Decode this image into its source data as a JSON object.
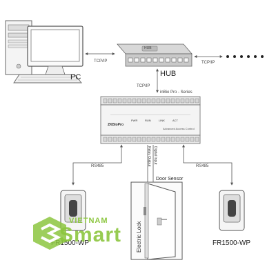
{
  "labels": {
    "pc": "PC",
    "hub": "HUB",
    "tcpip_left": "TCP/IP",
    "tcpip_right": "TCP/IP",
    "tcpip_down": "TCP/IP",
    "controller_series": "inBio Pro - Series",
    "rs485_left": "RS485",
    "rs485_right": "RS485",
    "relay_output": "Relay Output",
    "digital_input": "Digital Input",
    "door_sensor": "Door Sensor",
    "electric_lock": "Electric Lock",
    "reader_left": "FR1500-WP",
    "reader_right": "FR1500-WP"
  },
  "device_text": {
    "hub_badge": "HUB",
    "controller_brand": "ZKBioPro",
    "controller_model": "Advanced Access Control",
    "controller_leds": [
      "PWR",
      "RUN",
      "LINK",
      "ACT"
    ]
  },
  "watermark": {
    "line1": "VIETNAM",
    "line2": "Smart"
  },
  "colors": {
    "line": "#555555",
    "device_stroke": "#666666",
    "device_fill": "#f2f2f2",
    "hub_fill": "#c9c9c9",
    "brand_green": "#8cc63f"
  }
}
